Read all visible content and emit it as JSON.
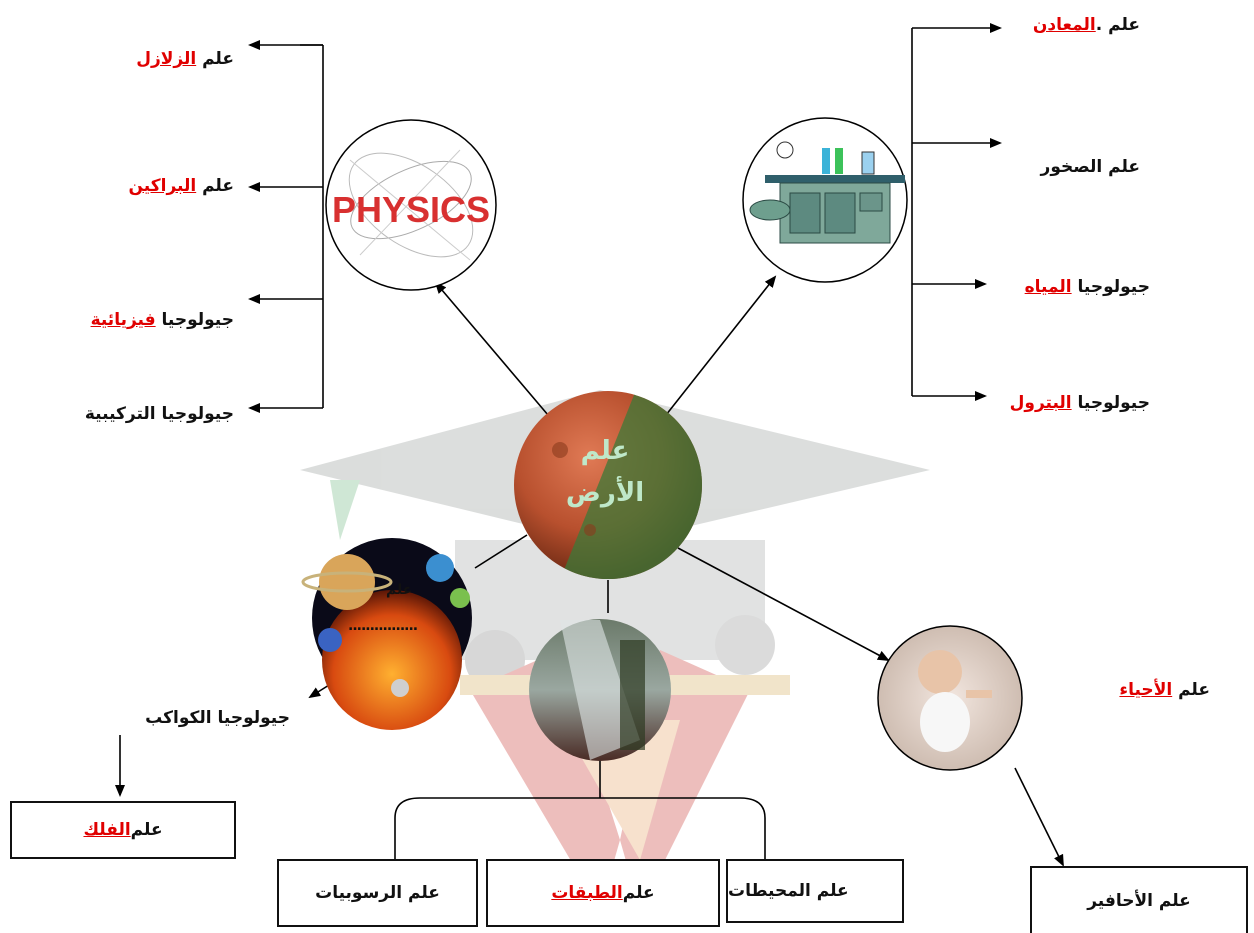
{
  "center": {
    "line1": "علم",
    "line2": "الأرض"
  },
  "physics_image_text": "PHYSICS",
  "left_branch": [
    {
      "prefix": "علم ",
      "highlight": "الزلازل",
      "suffix": ""
    },
    {
      "prefix": "علم ",
      "highlight": "البراكين",
      "suffix": ""
    },
    {
      "prefix": "جيولوجيا ",
      "highlight": "فيزيائية",
      "suffix": ""
    },
    {
      "prefix": "جيولوجيا التركيبية",
      "highlight": "",
      "suffix": ""
    }
  ],
  "right_branch": [
    {
      "prefix": "علم .",
      "highlight": "المعادن",
      "suffix": ""
    },
    {
      "prefix": "علم الصخور",
      "highlight": "",
      "suffix": ""
    },
    {
      "prefix": "جيولوجيا ",
      "highlight": "المياه",
      "suffix": ""
    },
    {
      "prefix": "جيولوجيا ",
      "highlight": "البترول",
      "suffix": ""
    }
  ],
  "planets": {
    "overlay": "علم",
    "dots": "................",
    "label": "جيولوجيا الكواكب"
  },
  "astronomy_box": {
    "prefix": "علم ",
    "highlight": "الفلك"
  },
  "bottom_boxes": [
    {
      "prefix": "علم المحيطات",
      "highlight": ""
    },
    {
      "prefix": "علم ",
      "highlight": "الطبقات"
    },
    {
      "prefix": "علم الرسوبيات",
      "highlight": ""
    }
  ],
  "biology": {
    "prefix": "علم ",
    "highlight": "الأحياء"
  },
  "fossils_box": "علم الأحافير",
  "colors": {
    "highlight": "#e00000",
    "center_text": "#bfe8c9"
  }
}
